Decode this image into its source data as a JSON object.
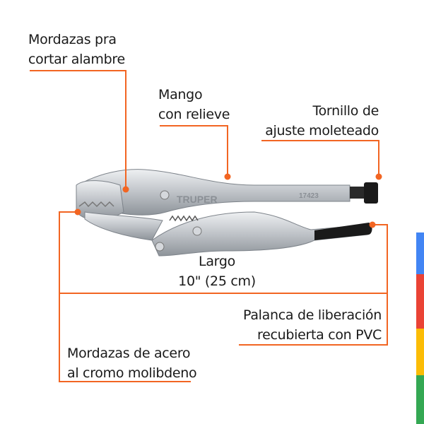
{
  "callouts": {
    "jaws_cut": [
      "Mordazas pra",
      "cortar alambre"
    ],
    "handle": [
      "Mango",
      "con relieve"
    ],
    "screw": [
      "Tornillo de",
      "ajuste moleteado"
    ],
    "jaws_steel": [
      "Mordazas de acero",
      "al cromo molibdeno"
    ],
    "lever": [
      "Palanca de liberación",
      "recubierta con PVC"
    ],
    "length": [
      "Largo",
      "10\" (25 cm)"
    ]
  },
  "tool": {
    "brand": "TRUPER",
    "model": "17423"
  },
  "colors": {
    "accent": "#f26522",
    "metal": "#c9ccd0",
    "grip": "#1a1a1a",
    "side_bar": [
      "#4285f4",
      "#ea4335",
      "#fbbc05",
      "#34a853"
    ]
  }
}
